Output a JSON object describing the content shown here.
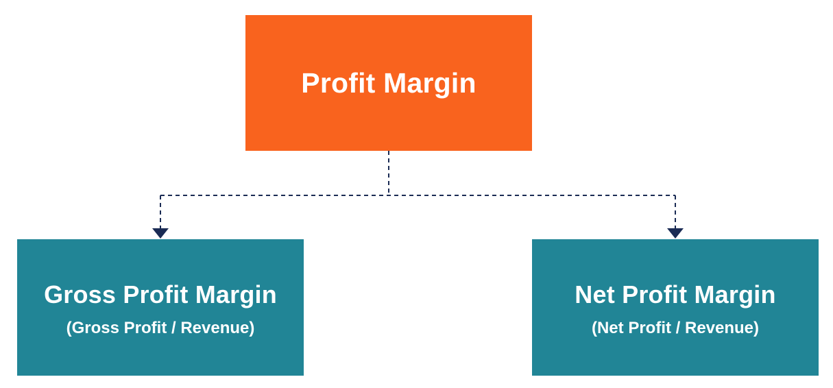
{
  "colors": {
    "root_fill": "#F9631E",
    "child_fill": "#218596",
    "connector": "#1A2B54",
    "text": "#FFFFFF"
  },
  "diagram": {
    "root": {
      "title": "Profit Margin"
    },
    "children": [
      {
        "title": "Gross Profit Margin",
        "formula": "(Gross Profit / Revenue)"
      },
      {
        "title": "Net Profit Margin",
        "formula": "(Net Profit / Revenue)"
      }
    ],
    "connector_style": "dashed-arrow"
  }
}
